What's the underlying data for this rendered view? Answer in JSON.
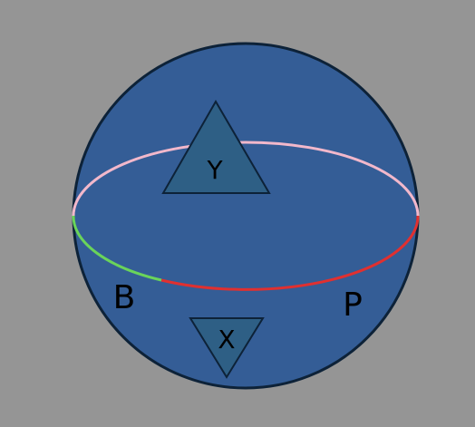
{
  "colors": {
    "background": "#959595",
    "sphere_fill": "#345d96",
    "sphere_stroke": "#0d2238",
    "triangle_fill": "#2e5f85",
    "triangle_stroke": "#0d2238",
    "equator_back": "#f2b8cb",
    "equator_front_red": "#e03030",
    "equator_front_green": "#6ad45a",
    "text": "#000000"
  },
  "labels": {
    "triangle_top": "Y",
    "triangle_bottom": "X",
    "left": "B",
    "right": "P"
  }
}
